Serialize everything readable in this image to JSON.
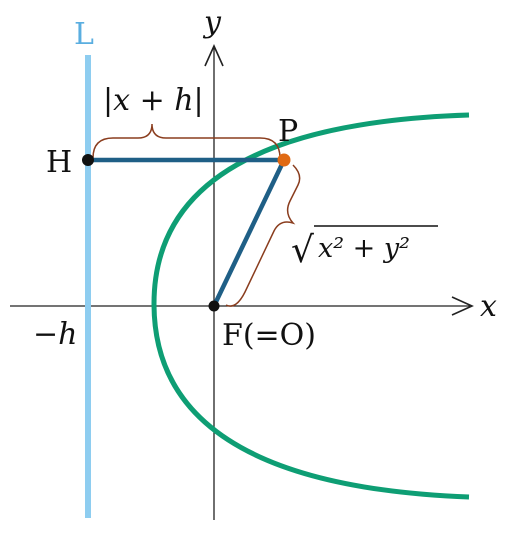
{
  "labels": {
    "directrix": "L",
    "y_axis": "y",
    "x_axis": "x",
    "point_h": "H",
    "point_p": "P",
    "focus": "F(=O)",
    "neg_h": "−h",
    "distance_hp": "|x + h|",
    "distance_fp_sqrt": "√",
    "distance_fp_body": "x² + y²"
  },
  "colors": {
    "directrix": "#8ecdf0",
    "directrix_label": "#5aaee0",
    "parabola": "#0e9e74",
    "segments": "#1f5f86",
    "brace": "#8a3d1e",
    "point_p": "#e06a14",
    "point": "#111111",
    "axis": "#222222"
  }
}
